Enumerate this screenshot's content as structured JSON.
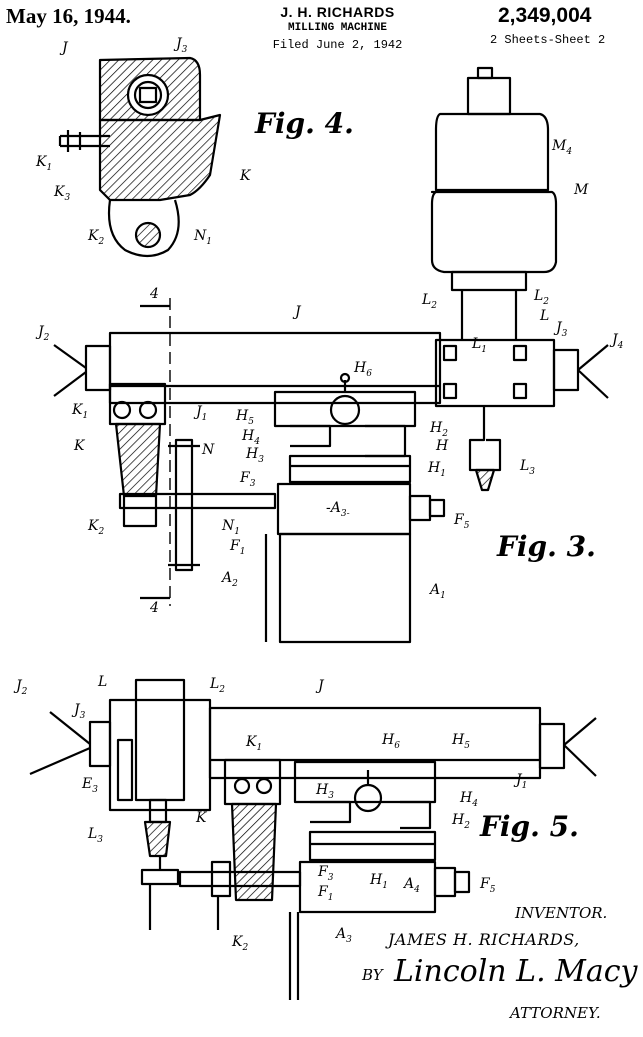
{
  "header": {
    "date": "May 16, 1944.",
    "inventor_short": "J. H. RICHARDS",
    "title": "MILLING MACHINE",
    "filed": "Filed June 2, 1942",
    "patent_number": "2,349,004",
    "sheets": "2 Sheets-Sheet 2"
  },
  "figures": {
    "fig4": "Fig. 4.",
    "fig3": "Fig. 3.",
    "fig5": "Fig. 5."
  },
  "labels": {
    "fig4": [
      {
        "id": "J",
        "main": "J",
        "sub": ""
      },
      {
        "id": "J3",
        "main": "J",
        "sub": "3"
      },
      {
        "id": "K1",
        "main": "K",
        "sub": "1"
      },
      {
        "id": "K3",
        "main": "K",
        "sub": "3"
      },
      {
        "id": "K",
        "main": "K",
        "sub": ""
      },
      {
        "id": "K2",
        "main": "K",
        "sub": "2"
      },
      {
        "id": "N1",
        "main": "N",
        "sub": "1"
      }
    ],
    "fig3": [
      {
        "id": "M4",
        "main": "M",
        "sub": "4"
      },
      {
        "id": "M",
        "main": "M",
        "sub": ""
      },
      {
        "id": "L2a",
        "main": "L",
        "sub": "2"
      },
      {
        "id": "L2b",
        "main": "L",
        "sub": "2"
      },
      {
        "id": "L",
        "main": "L",
        "sub": ""
      },
      {
        "id": "J2",
        "main": "J",
        "sub": "2"
      },
      {
        "id": "J",
        "main": "J",
        "sub": ""
      },
      {
        "id": "J3",
        "main": "J",
        "sub": "3"
      },
      {
        "id": "J4",
        "main": "J",
        "sub": "4"
      },
      {
        "id": "L1",
        "main": "L",
        "sub": "1"
      },
      {
        "id": "H6",
        "main": "H",
        "sub": "6"
      },
      {
        "id": "K1",
        "main": "K",
        "sub": "1"
      },
      {
        "id": "J1",
        "main": "J",
        "sub": "1"
      },
      {
        "id": "H5",
        "main": "H",
        "sub": "5"
      },
      {
        "id": "H4",
        "main": "H",
        "sub": "4"
      },
      {
        "id": "H2",
        "main": "H",
        "sub": "2"
      },
      {
        "id": "H",
        "main": "H",
        "sub": ""
      },
      {
        "id": "K",
        "main": "K",
        "sub": ""
      },
      {
        "id": "N",
        "main": "N",
        "sub": ""
      },
      {
        "id": "H3",
        "main": "H",
        "sub": "3"
      },
      {
        "id": "H1",
        "main": "H",
        "sub": "1"
      },
      {
        "id": "L3",
        "main": "L",
        "sub": "3"
      },
      {
        "id": "F3",
        "main": "F",
        "sub": "3"
      },
      {
        "id": "A3",
        "main": "-A",
        "sub": "3-"
      },
      {
        "id": "F5",
        "main": "F",
        "sub": "5"
      },
      {
        "id": "K2",
        "main": "K",
        "sub": "2"
      },
      {
        "id": "N1",
        "main": "N",
        "sub": "1"
      },
      {
        "id": "F1",
        "main": "F",
        "sub": "1"
      },
      {
        "id": "A2",
        "main": "A",
        "sub": "2"
      },
      {
        "id": "A1",
        "main": "A",
        "sub": "1"
      },
      {
        "id": "sec4a",
        "main": "4",
        "sub": ""
      },
      {
        "id": "sec4b",
        "main": "4",
        "sub": ""
      }
    ],
    "fig5": [
      {
        "id": "J2",
        "main": "J",
        "sub": "2"
      },
      {
        "id": "L",
        "main": "L",
        "sub": ""
      },
      {
        "id": "L2",
        "main": "L",
        "sub": "2"
      },
      {
        "id": "J",
        "main": "J",
        "sub": ""
      },
      {
        "id": "J3",
        "main": "J",
        "sub": "3"
      },
      {
        "id": "K1",
        "main": "K",
        "sub": "1"
      },
      {
        "id": "H6",
        "main": "H",
        "sub": "6"
      },
      {
        "id": "H5",
        "main": "H",
        "sub": "5"
      },
      {
        "id": "E3",
        "main": "E",
        "sub": "3"
      },
      {
        "id": "J1",
        "main": "J",
        "sub": "1"
      },
      {
        "id": "H3",
        "main": "H",
        "sub": "3"
      },
      {
        "id": "H4",
        "main": "H",
        "sub": "4"
      },
      {
        "id": "K",
        "main": "K",
        "sub": ""
      },
      {
        "id": "H2",
        "main": "H",
        "sub": "2"
      },
      {
        "id": "L3",
        "main": "L",
        "sub": "3"
      },
      {
        "id": "F3",
        "main": "F",
        "sub": "3"
      },
      {
        "id": "H1",
        "main": "H",
        "sub": "1"
      },
      {
        "id": "A4",
        "main": "A",
        "sub": "4"
      },
      {
        "id": "F5",
        "main": "F",
        "sub": "5"
      },
      {
        "id": "F1",
        "main": "F",
        "sub": "1"
      },
      {
        "id": "A3",
        "main": "A",
        "sub": "3"
      },
      {
        "id": "K2",
        "main": "K",
        "sub": "2"
      }
    ]
  },
  "signature": {
    "inventor_heading": "INVENTOR.",
    "inventor_name": "JAMES H. RICHARDS,",
    "by": "BY",
    "attorney_signature": "Lincoln L. Macy",
    "attorney": "ATTORNEY."
  }
}
